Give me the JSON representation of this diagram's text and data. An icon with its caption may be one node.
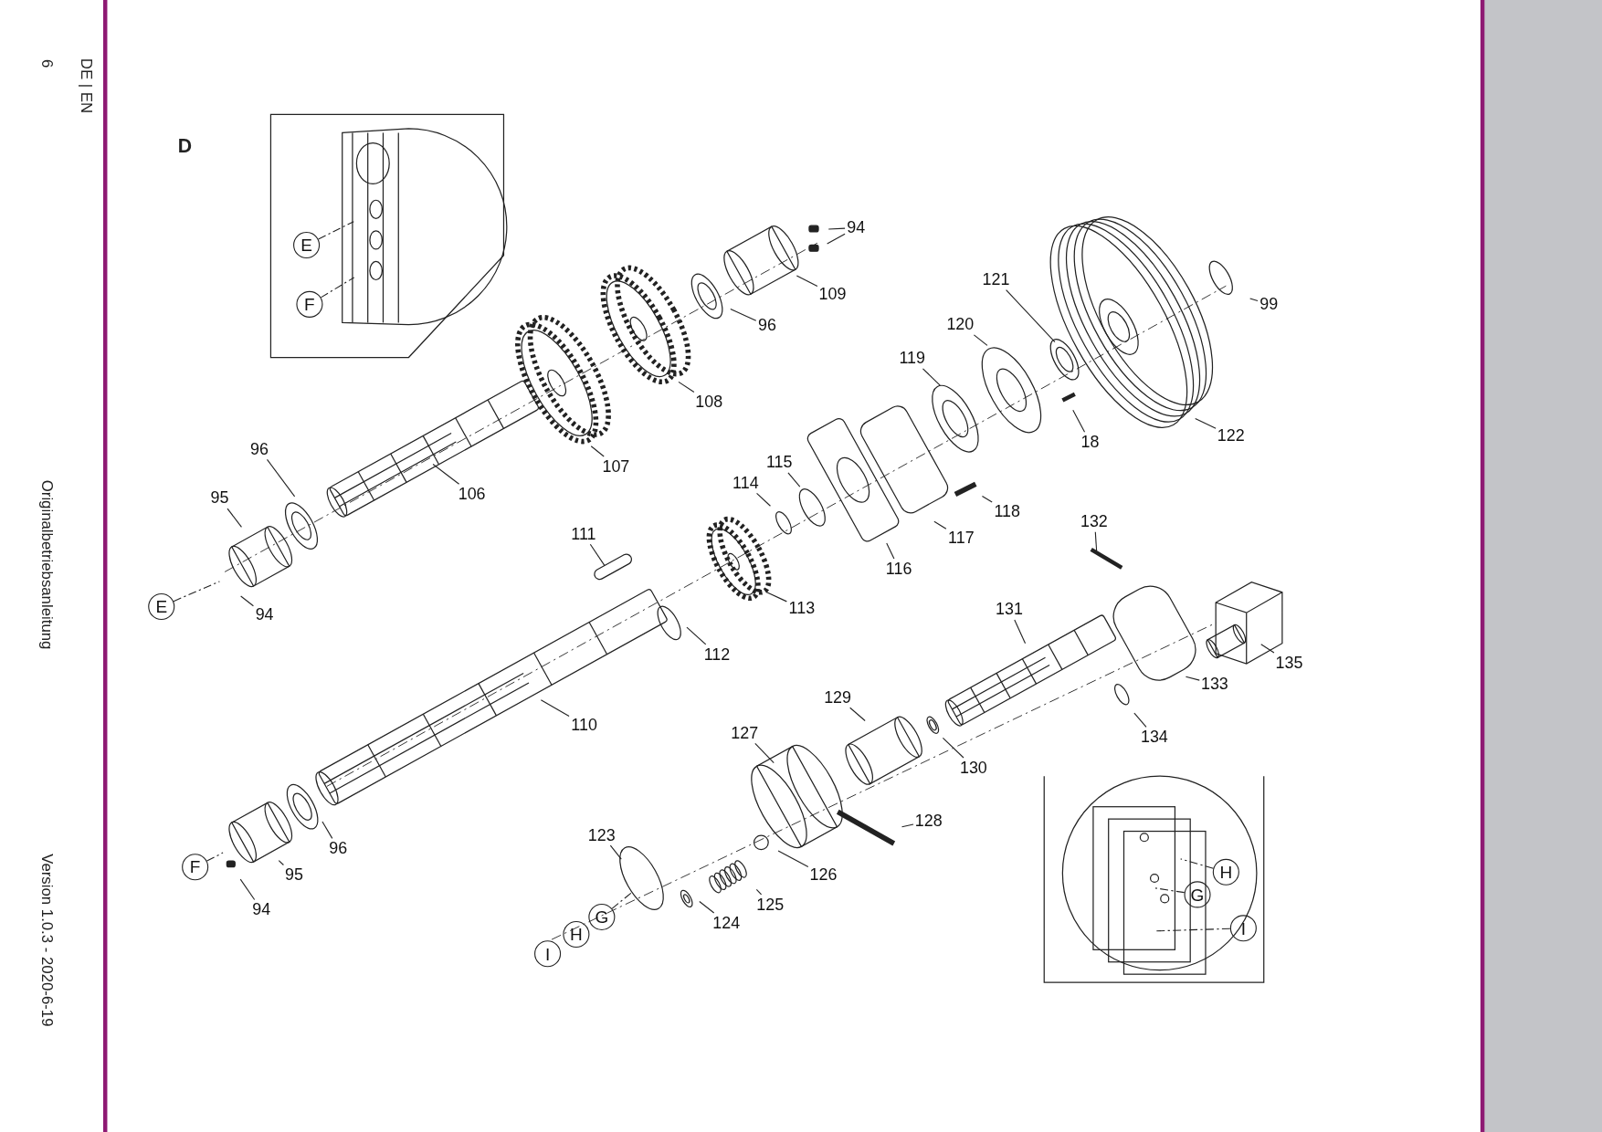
{
  "diagram": {
    "nodes": [
      {
        "text": [
          "E"
        ]
      },
      {
        "text": [
          "F"
        ]
      },
      {
        "text": [
          "94"
        ]
      },
      {
        "text": [
          "109"
        ]
      },
      {
        "text": [
          "96"
        ]
      },
      {
        "text": [
          "99"
        ]
      },
      {
        "text": [
          "121"
        ]
      },
      {
        "text": [
          "120"
        ]
      },
      {
        "text": [
          "119"
        ]
      },
      {
        "text": [
          "108"
        ]
      },
      {
        "text": [
          "18"
        ]
      },
      {
        "text": [
          "122"
        ]
      },
      {
        "text": [
          "96"
        ]
      },
      {
        "text": [
          "107"
        ]
      },
      {
        "text": [
          "115"
        ]
      },
      {
        "text": [
          "95"
        ]
      },
      {
        "text": [
          "106"
        ]
      },
      {
        "text": [
          "114"
        ]
      },
      {
        "text": [
          "118"
        ]
      },
      {
        "text": [
          "132"
        ]
      },
      {
        "text": [
          "117"
        ]
      },
      {
        "text": [
          "111"
        ]
      },
      {
        "text": [
          "116"
        ]
      },
      {
        "text": [
          "E"
        ]
      },
      {
        "text": [
          "94"
        ]
      },
      {
        "text": [
          "113"
        ]
      },
      {
        "text": [
          "131"
        ]
      },
      {
        "text": [
          "112"
        ]
      },
      {
        "text": [
          "135"
        ]
      },
      {
        "text": [
          "133"
        ]
      },
      {
        "text": [
          "129"
        ]
      },
      {
        "text": [
          "110"
        ]
      },
      {
        "text": [
          "134"
        ]
      },
      {
        "text": [
          "127"
        ]
      },
      {
        "text": [
          "130"
        ]
      },
      {
        "text": [
          "128"
        ]
      },
      {
        "text": [
          "123"
        ]
      },
      {
        "text": [
          "96"
        ]
      },
      {
        "text": [
          "F"
        ]
      },
      {
        "text": [
          "126"
        ]
      },
      {
        "text": [
          "95"
        ]
      },
      {
        "text": [
          "H"
        ]
      },
      {
        "text": [
          "G"
        ]
      },
      {
        "text": [
          "125"
        ]
      },
      {
        "text": [
          "94"
        ]
      },
      {
        "text": [
          "G"
        ]
      },
      {
        "text": [
          "H"
        ]
      },
      {
        "text": [
          "124"
        ]
      },
      {
        "text": [
          "I"
        ]
      },
      {
        "text": [
          "I"
        ]
      }
    ],
    "edges": [
      {
        "from": 0,
        "to": null,
        "arrow": "none",
        "style": "dashed"
      },
      {
        "from": 1,
        "to": null,
        "arrow": "none",
        "style": "dashed"
      },
      {
        "from": 2,
        "to": null,
        "arrow": "none"
      },
      {
        "from": 2,
        "to": null,
        "arrow": "none"
      },
      {
        "from": 3,
        "to": null,
        "arrow": "none"
      },
      {
        "from": 4,
        "to": null,
        "arrow": "none"
      },
      {
        "from": 5,
        "to": null,
        "arrow": "none"
      },
      {
        "from": 6,
        "to": null,
        "arrow": "none"
      },
      {
        "from": 7,
        "to": null,
        "arrow": "none"
      },
      {
        "from": 8,
        "to": null,
        "arrow": "none"
      },
      {
        "from": 9,
        "to": null,
        "arrow": "none"
      },
      {
        "from": 10,
        "to": null,
        "arrow": "none"
      },
      {
        "from": 11,
        "to": null,
        "arrow": "none"
      },
      {
        "from": 12,
        "to": null,
        "arrow": "none"
      },
      {
        "from": 13,
        "to": null,
        "arrow": "none"
      },
      {
        "from": 14,
        "to": null,
        "arrow": "none"
      },
      {
        "from": 15,
        "to": null,
        "arrow": "none"
      },
      {
        "from": 16,
        "to": null,
        "arrow": "none"
      },
      {
        "from": 17,
        "to": null,
        "arrow": "none"
      },
      {
        "from": 18,
        "to": null,
        "arrow": "none"
      },
      {
        "from": 19,
        "to": null,
        "arrow": "none"
      },
      {
        "from": 20,
        "to": null,
        "arrow": "none"
      },
      {
        "from": 21,
        "to": null,
        "arrow": "none"
      },
      {
        "from": 22,
        "to": null,
        "arrow": "none"
      },
      {
        "from": 23,
        "to": null,
        "arrow": "none",
        "style": "dashed"
      },
      {
        "from": 24,
        "to": null,
        "arrow": "none"
      },
      {
        "from": 25,
        "to": null,
        "arrow": "none"
      },
      {
        "from": 26,
        "to": null,
        "arrow": "none"
      },
      {
        "from": 27,
        "to": null,
        "arrow": "none"
      },
      {
        "from": 28,
        "to": null,
        "arrow": "none"
      },
      {
        "from": 29,
        "to": null,
        "arrow": "none"
      },
      {
        "from": 30,
        "to": null,
        "arrow": "none"
      },
      {
        "from": 31,
        "to": null,
        "arrow": "none"
      },
      {
        "from": 32,
        "to": null,
        "arrow": "none"
      },
      {
        "from": 33,
        "to": null,
        "arrow": "none"
      },
      {
        "from": 34,
        "to": null,
        "arrow": "none"
      },
      {
        "from": 35,
        "to": null,
        "arrow": "none"
      },
      {
        "from": 36,
        "to": null,
        "arrow": "none"
      },
      {
        "from": 37,
        "to": null,
        "arrow": "none"
      },
      {
        "from": 38,
        "to": null,
        "arrow": "none",
        "style": "dashed"
      },
      {
        "from": 39,
        "to": null,
        "arrow": "none"
      },
      {
        "from": 40,
        "to": null,
        "arrow": "none"
      },
      {
        "from": 41,
        "to": null,
        "arrow": "none",
        "style": "dashed"
      },
      {
        "from": 42,
        "to": null,
        "arrow": "none",
        "style": "dashed"
      },
      {
        "from": 43,
        "to": null,
        "arrow": "none"
      },
      {
        "from": 44,
        "to": null,
        "arrow": "none"
      },
      {
        "from": 45,
        "to": null,
        "arrow": "none",
        "style": "dashed"
      },
      {
        "from": 47,
        "to": null,
        "arrow": "none"
      },
      {
        "from": 48,
        "to": null,
        "arrow": "none",
        "style": "dashed"
      }
    ],
    "labels": [
      "6",
      "DE | EN",
      "Originalbetriebsanleitung",
      "Version 1.0.3 - 2020-6-19",
      "D"
    ]
  }
}
